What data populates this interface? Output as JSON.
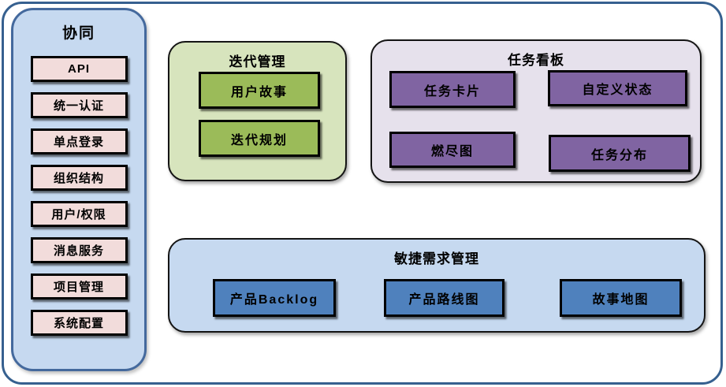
{
  "colors": {
    "outer_border": "#36608f",
    "sidebar_fill": "#c6d9f0",
    "sidebar_border": "#44699d",
    "sidebar_item_fill": "#f2dcdb",
    "iteration_group_fill": "#d7e4bd",
    "iteration_item_fill": "#9bbb59",
    "kanban_group_fill": "#e6e1ec",
    "kanban_item_fill": "#8064a2",
    "agile_group_fill": "#c6d9f0",
    "agile_item_fill": "#4f81bd",
    "item_border": "#000000",
    "text": "#000000"
  },
  "sidebar": {
    "title": "协同",
    "items": [
      {
        "label": "API"
      },
      {
        "label": "统一认证"
      },
      {
        "label": "单点登录"
      },
      {
        "label": "组织结构"
      },
      {
        "label": "用户/权限"
      },
      {
        "label": "消息服务"
      },
      {
        "label": "项目管理"
      },
      {
        "label": "系统配置"
      }
    ]
  },
  "groups": {
    "iteration": {
      "title": "迭代管理",
      "items": [
        {
          "label": "用户故事"
        },
        {
          "label": "迭代规划"
        }
      ]
    },
    "kanban": {
      "title": "任务看板",
      "items": [
        {
          "label": "任务卡片"
        },
        {
          "label": "自定义状态"
        },
        {
          "label": "燃尽图"
        },
        {
          "label": "任务分布"
        }
      ]
    },
    "agile": {
      "title": "敏捷需求管理",
      "items": [
        {
          "label": "产品Backlog"
        },
        {
          "label": "产品路线图"
        },
        {
          "label": "故事地图"
        }
      ]
    }
  }
}
